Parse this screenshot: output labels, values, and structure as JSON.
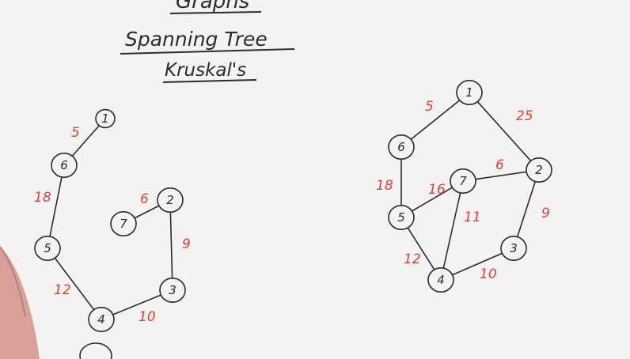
{
  "board": {
    "heading_partial": "Graphs",
    "subtitle": "Spanning Tree",
    "algorithm": "Kruskal's"
  },
  "graphs": {
    "original": {
      "nodes": [
        "1",
        "6",
        "7",
        "2",
        "5",
        "3",
        "4"
      ],
      "edges": [
        {
          "from": "1",
          "to": "6",
          "weight": "5"
        },
        {
          "from": "1",
          "to": "2",
          "weight": "25"
        },
        {
          "from": "6",
          "to": "5",
          "weight": "18"
        },
        {
          "from": "7",
          "to": "2",
          "weight": "6"
        },
        {
          "from": "5",
          "to": "7",
          "weight": "16"
        },
        {
          "from": "7",
          "to": "4",
          "weight": "11"
        },
        {
          "from": "2",
          "to": "3",
          "weight": "9"
        },
        {
          "from": "5",
          "to": "4",
          "weight": "12"
        },
        {
          "from": "4",
          "to": "3",
          "weight": "10"
        }
      ]
    },
    "spanning_tree": {
      "nodes": [
        "1",
        "6",
        "7",
        "2",
        "5",
        "3",
        "4"
      ],
      "edges": [
        {
          "from": "1",
          "to": "6",
          "weight": "5"
        },
        {
          "from": "6",
          "to": "5",
          "weight": "18"
        },
        {
          "from": "7",
          "to": "2",
          "weight": "6"
        },
        {
          "from": "2",
          "to": "3",
          "weight": "9"
        },
        {
          "from": "5",
          "to": "4",
          "weight": "12"
        },
        {
          "from": "3",
          "to": "4",
          "weight": "10"
        }
      ]
    }
  },
  "colors": {
    "board": "#f4f3f1",
    "ink": "#2b2b2b",
    "weight_ink": "#e0403a"
  }
}
